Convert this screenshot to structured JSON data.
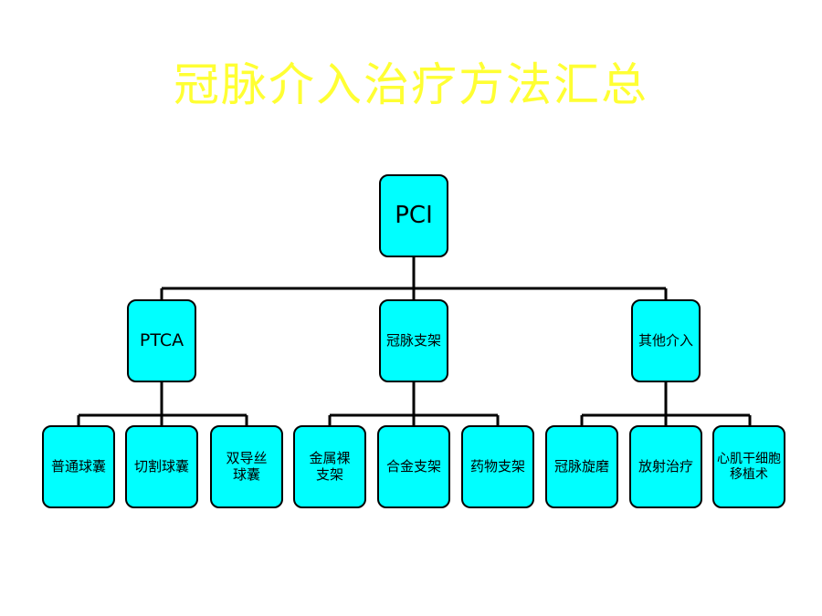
{
  "title": "冠脉介入治疗方法汇总",
  "colors": {
    "title": "#ffff33",
    "node_fill": "#00ffff",
    "line": "#000000"
  },
  "root": {
    "label": "PCI"
  },
  "level1": [
    {
      "label": "PTCA"
    },
    {
      "label": "冠脉支架"
    },
    {
      "label": "其他介入"
    }
  ],
  "level2": [
    {
      "label": "普通球囊"
    },
    {
      "label": "切割球囊"
    },
    {
      "label": "双导丝\n球囊"
    },
    {
      "label": "金属裸\n支架"
    },
    {
      "label": "合金支架"
    },
    {
      "label": "药物支架"
    },
    {
      "label": "冠脉旋磨"
    },
    {
      "label": "放射治疗"
    },
    {
      "label": "心肌干细胞\n移植术"
    }
  ]
}
